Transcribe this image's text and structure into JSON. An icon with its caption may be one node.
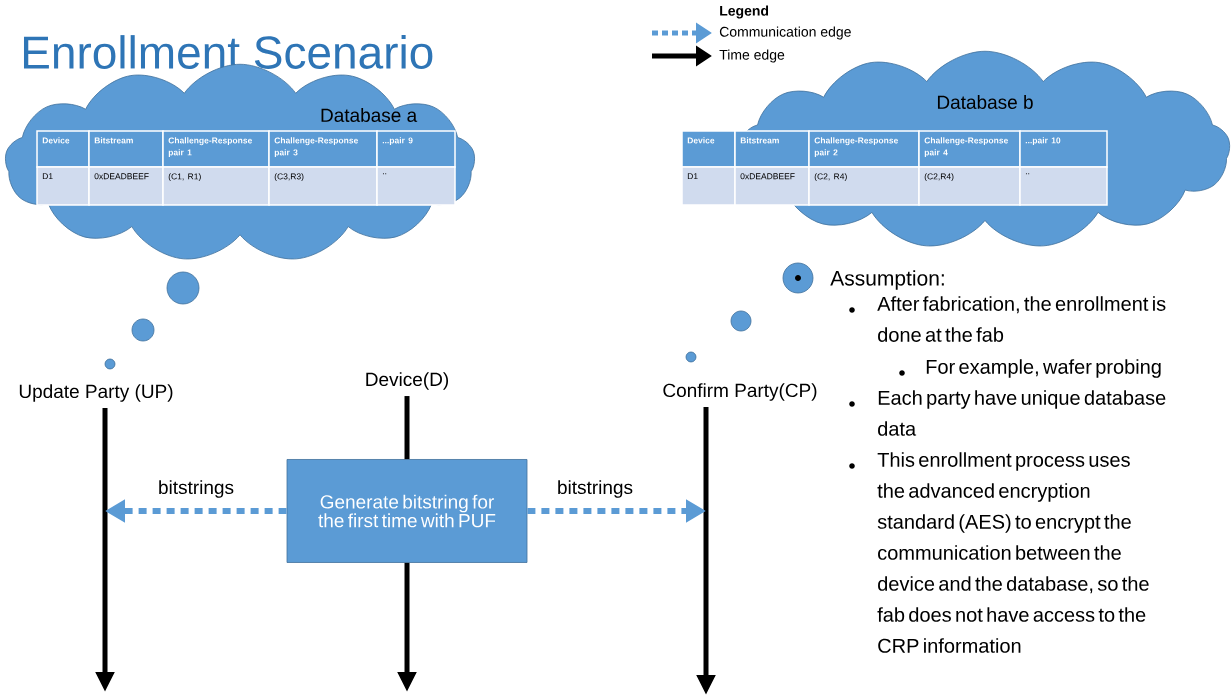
{
  "diagram": {
    "title": "Enrollment Scenario",
    "nodes": [
      {
        "text": [
          "Database a"
        ]
      },
      {
        "text": [
          "Database b"
        ]
      },
      {
        "text": [
          "Update Party (UP)"
        ]
      },
      {
        "text": [
          "Device(D)"
        ]
      },
      {
        "text": [
          "Confirm Party(CP)"
        ]
      },
      {
        "text": [
          "Generate bitstring for the first time with PUF"
        ]
      }
    ],
    "edges": [
      {
        "from": 2,
        "to": null,
        "arrow": "to"
      },
      {
        "from": 3,
        "to": 5,
        "arrow": "none"
      },
      {
        "from": 5,
        "to": null,
        "arrow": "to"
      },
      {
        "from": 4,
        "to": null,
        "arrow": "to"
      },
      {
        "from": 5,
        "to": null,
        "arrow": "to",
        "label": "bitstrings",
        "style": "dashed",
        "color": "#5b9bd5"
      },
      {
        "from": 5,
        "to": null,
        "arrow": "to",
        "label": "bitstrings",
        "style": "dashed",
        "color": "#5b9bd5"
      }
    ],
    "labels": [
      "Legend",
      "Device",
      "Bitstream",
      "Challenge-Response pair 1",
      "Challenge-Response pair 3",
      "...pair 9",
      "D1",
      "0xDEADBEEF",
      "(C1, R1)",
      "(C3,R3)",
      "..",
      "Device",
      "Bitstream",
      "Challenge-Response pair 2",
      "Challenge-Response pair 4",
      "...pair 10",
      "D1",
      "0xDEADBEEF",
      "(C2, R4)",
      "(C2,R4)",
      "..",
      "Assumption:",
      "After fabrication, the enrollment is done at the fab",
      "For example, wafer probing",
      "Each party have unique database data",
      "This enrollment process uses the advanced encryption standard (AES) to encrypt the communication between the device and the database, so the fab does not have access to the CRP information"
    ],
    "legend": [
      {
        "text": "Communication edge"
      },
      {
        "text": "Time edge"
      }
    ]
  }
}
